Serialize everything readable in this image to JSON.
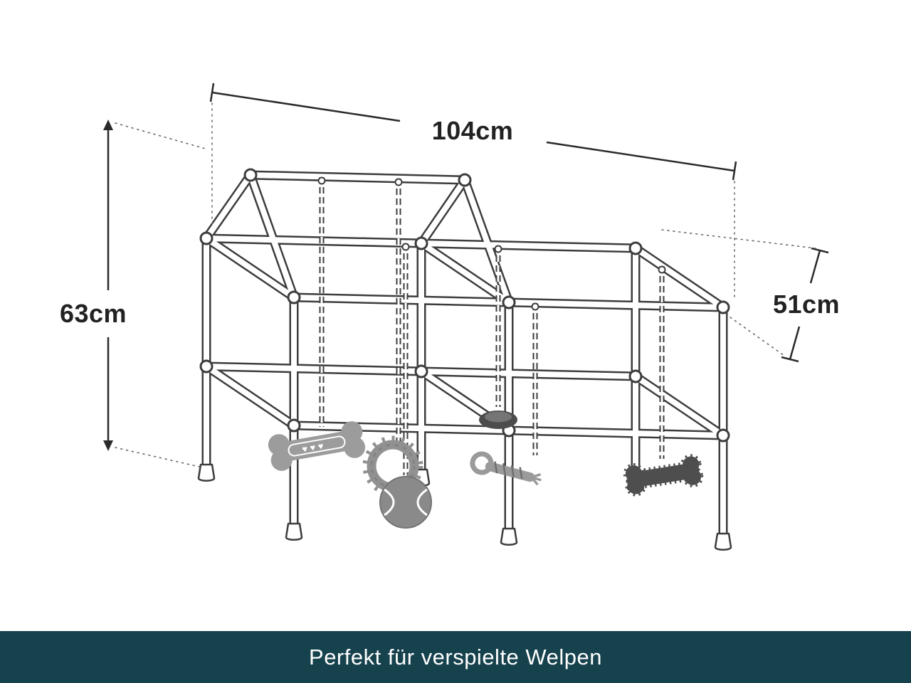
{
  "banner": {
    "label": "Perfekt für verspielte Welpen",
    "background_color": "#16424d",
    "text_color": "#ffffff"
  },
  "dimensions": {
    "length": {
      "label": "104cm"
    },
    "height": {
      "label": "63cm"
    },
    "depth": {
      "label": "51cm"
    }
  },
  "illustration": {
    "subject": "puppy activity play frame with hanging chew toys",
    "style": "technical line drawing",
    "frame_fill": "#ffffff",
    "frame_outline": "#3d3d3d",
    "toy_gray": "#9c9c9c",
    "toy_dark_gray": "#4e4e4e",
    "toys": [
      "bone",
      "chew-ring",
      "tennis-ball",
      "bowl",
      "rope",
      "spiky-bone"
    ]
  }
}
